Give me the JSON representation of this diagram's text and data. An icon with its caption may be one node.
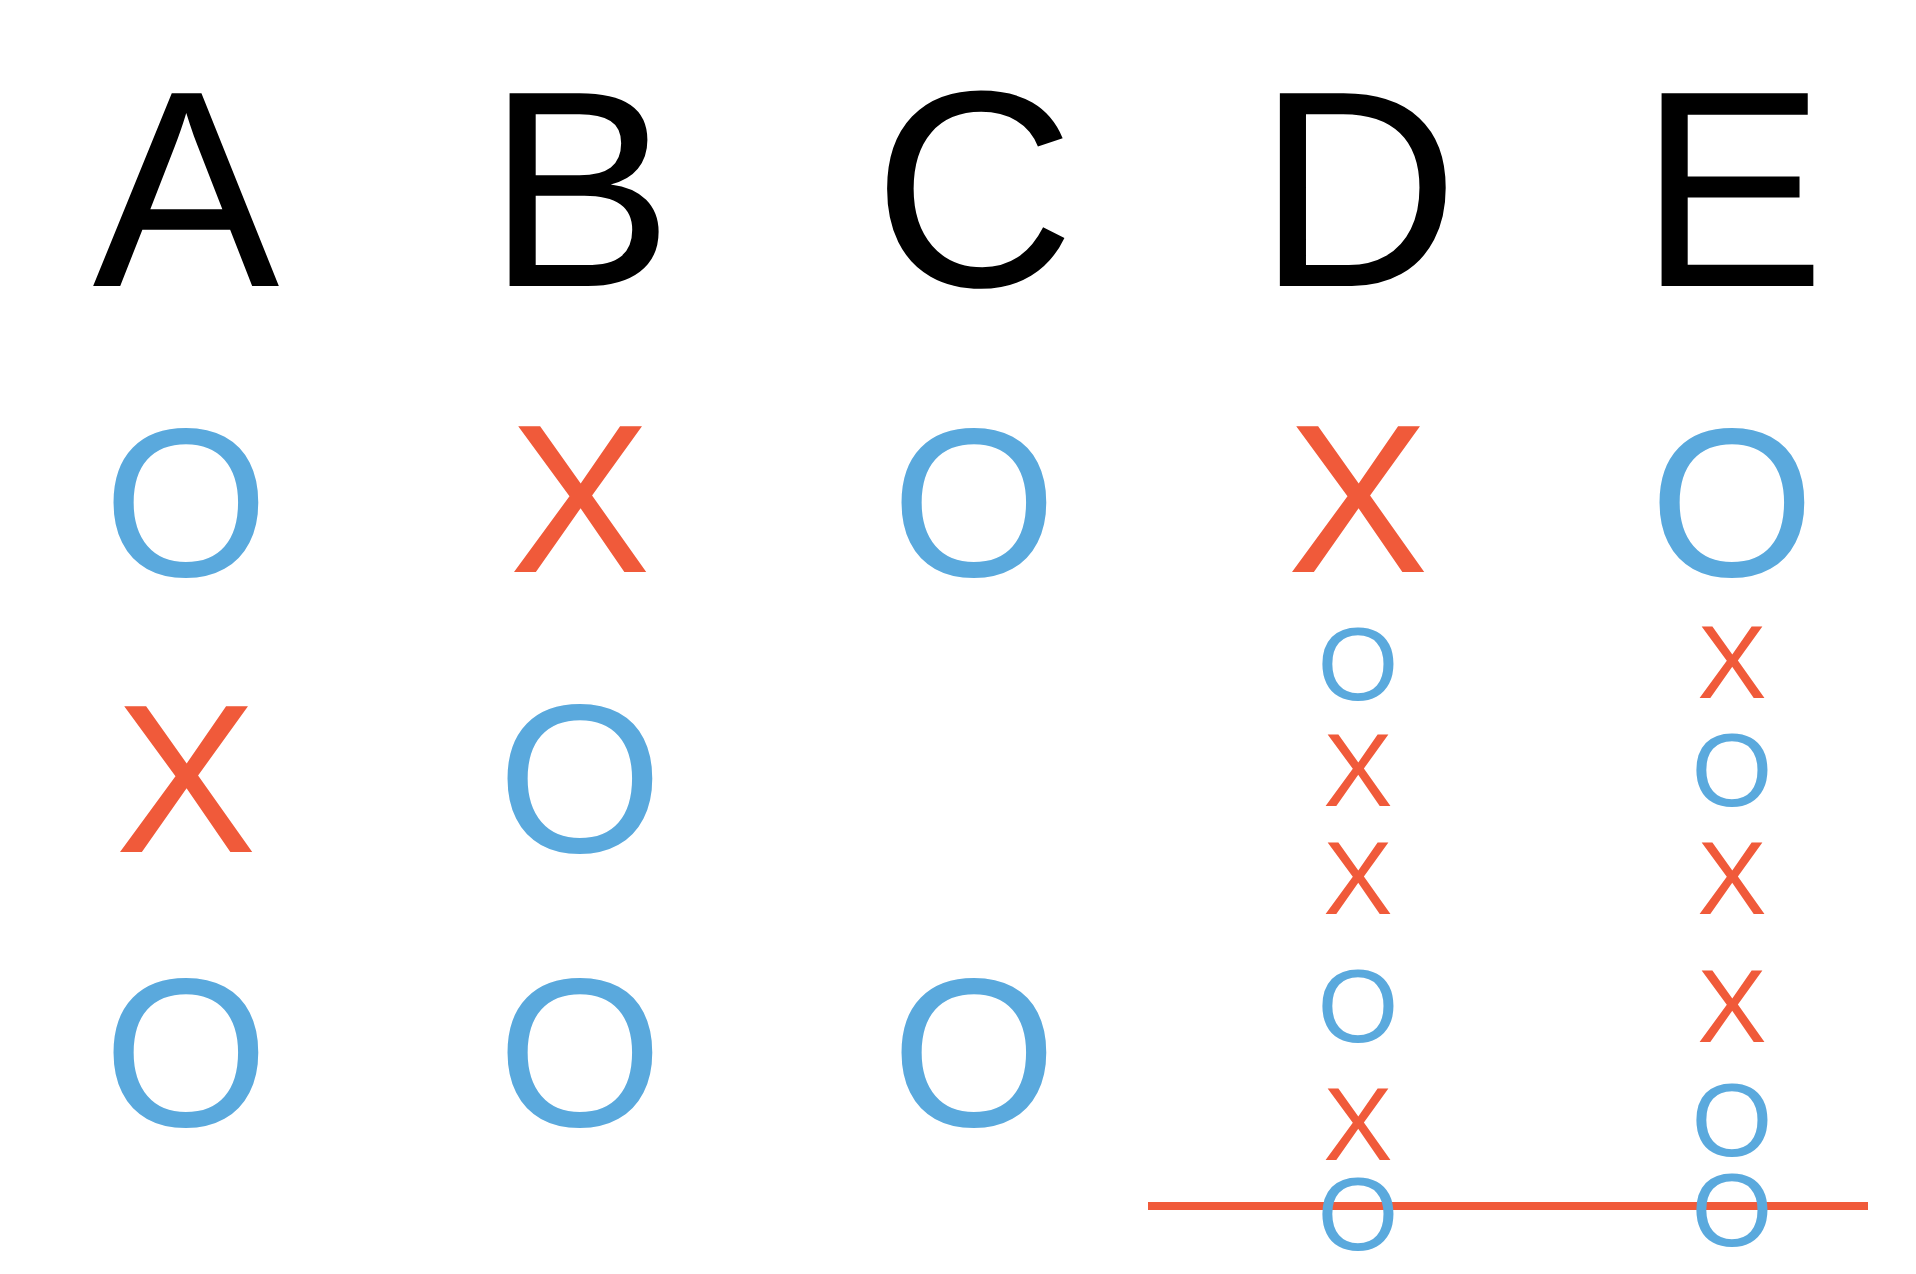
{
  "diagram": {
    "labels": [
      "A",
      "B",
      "C",
      "D",
      "E",
      "O",
      "X",
      "O",
      "X",
      "O",
      "O",
      "X",
      "X",
      "O",
      "X",
      "O",
      "X",
      "X",
      "O",
      "X",
      "O",
      "O",
      "O",
      "X",
      "O",
      "O",
      "O"
    ]
  }
}
